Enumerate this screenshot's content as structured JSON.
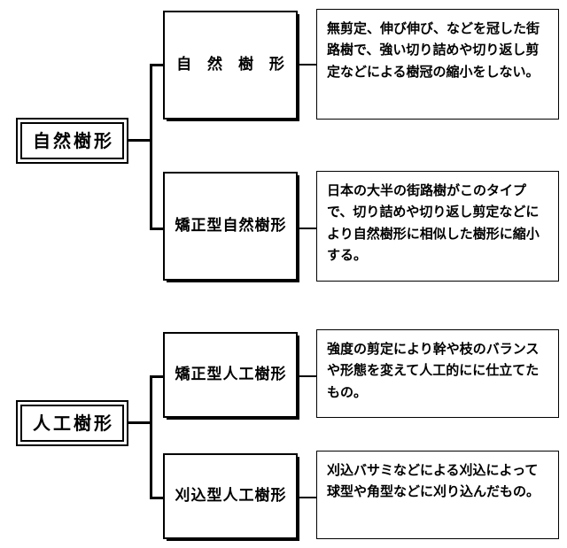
{
  "diagram": {
    "title": "",
    "groups": [
      {
        "id": "natural",
        "root_label": "自然樹形",
        "children": [
          {
            "label": "自 然 樹 形",
            "description": "無剪定、伸び伸び、などを冠した街路樹で、強い切り詰めや切り返し剪定などによる樹冠の縮小をしない。"
          },
          {
            "label": "矯正型自然樹形",
            "description": "日本の大半の街路樹がこのタイプで、切り詰めや切り返し剪定などにより自然樹形に相似した樹形に縮小する。"
          }
        ]
      },
      {
        "id": "artificial",
        "root_label": "人工樹形",
        "children": [
          {
            "label": "矯正型人工樹形",
            "description": "強度の剪定により幹や枝のバランスや形態を変えて人工的にに仕立てたもの。"
          },
          {
            "label": "刈込型人工樹形",
            "description": "刈込バサミなどによる刈込によって球型や角型などに刈り込んだもの。"
          }
        ]
      }
    ],
    "colors": {
      "ink": "#000000",
      "paper": "#ffffff"
    }
  }
}
